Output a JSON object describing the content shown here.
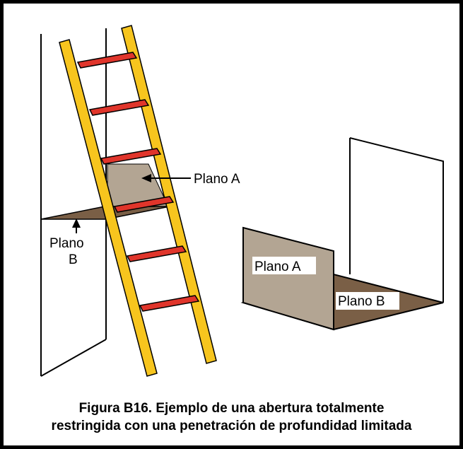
{
  "left_figure": {
    "label_plane_a": "Plano A",
    "label_plane_b_line1": "Plano",
    "label_plane_b_line2": "B"
  },
  "right_figure": {
    "label_plane_a": "Plano A",
    "label_plane_b": "Plano B"
  },
  "caption": {
    "line1": "Figura B16. Ejemplo de una abertura totalmente",
    "line2": "restringida con una penetración de profundidad limitada"
  },
  "colors": {
    "ladder_yellow": "#f7c51e",
    "rung_red": "#e0352b",
    "plane_a_fill": "#b3a593",
    "plane_b_fill": "#7a5f46",
    "outline": "#000000"
  }
}
